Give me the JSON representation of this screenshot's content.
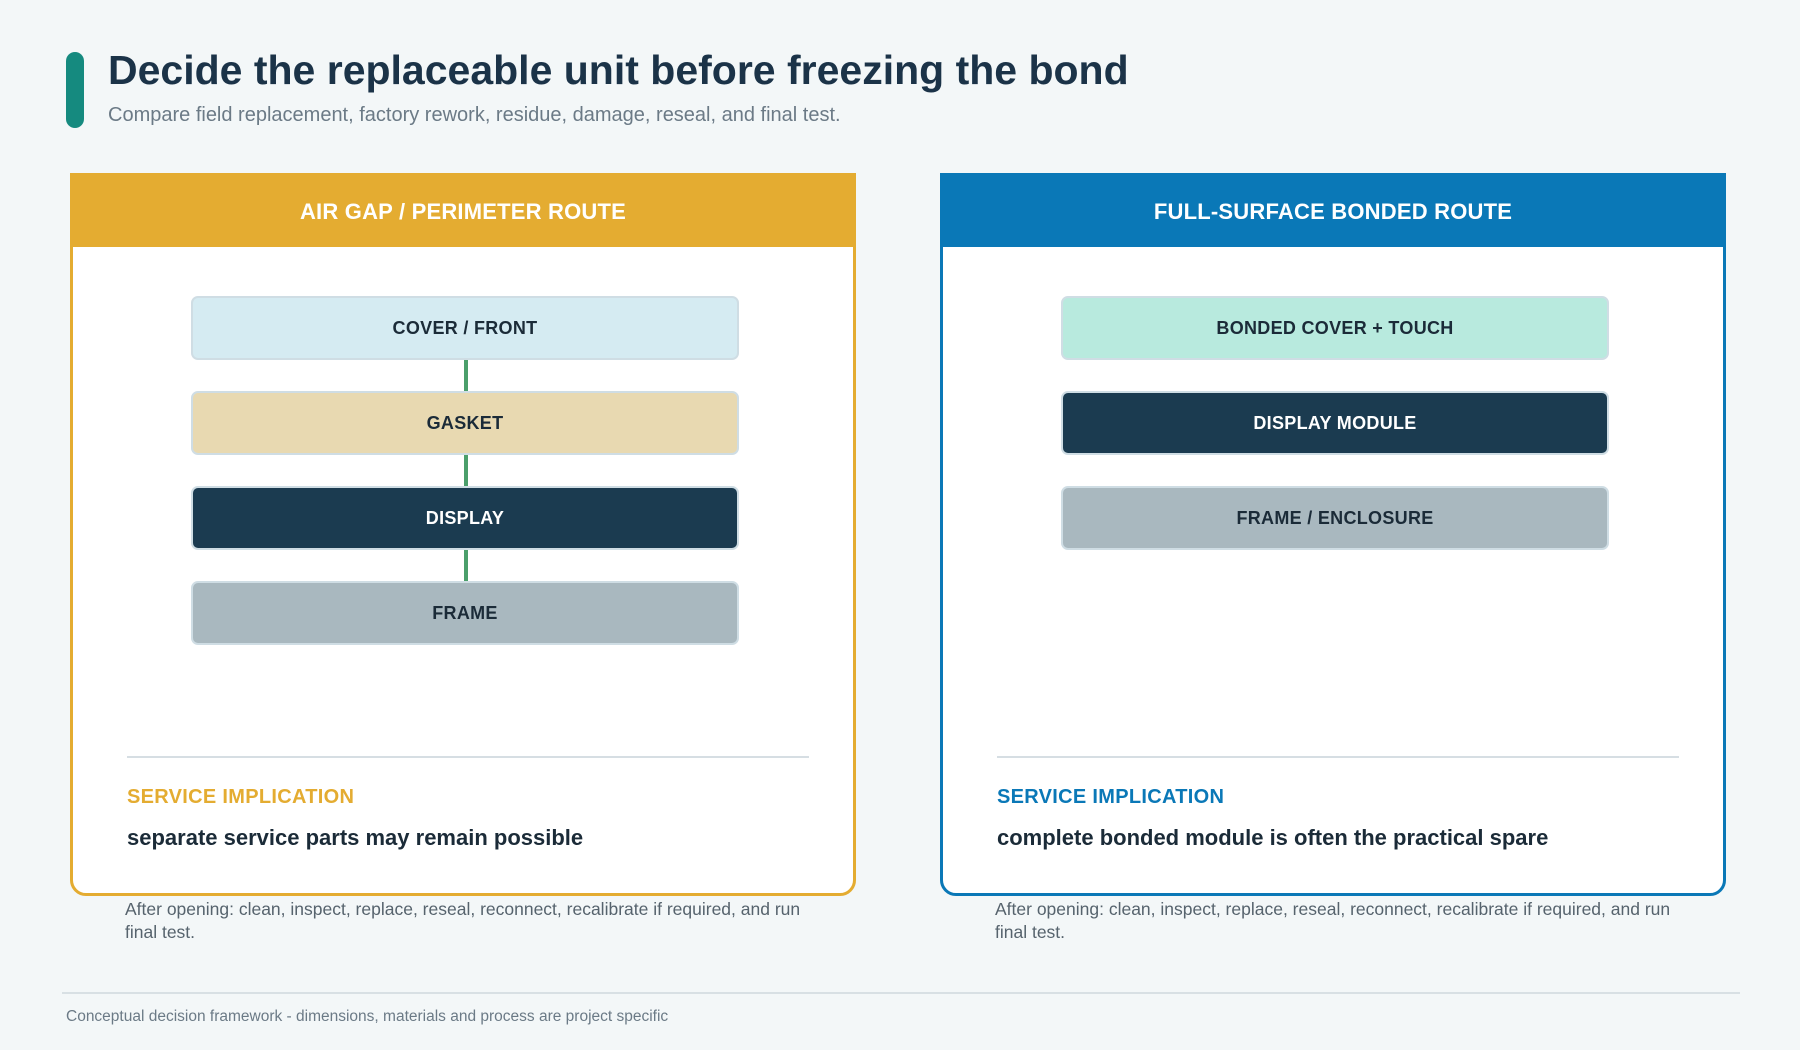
{
  "header": {
    "title": "Decide the replaceable unit before freezing the bond",
    "subtitle": "Compare field replacement, factory rework, residue, damage, reseal, and final test."
  },
  "left": {
    "heading": "AIR GAP / PERIMETER ROUTE",
    "accent_color": "#e4ac31",
    "layers": [
      {
        "label": "COVER / FRONT",
        "color": "#d5ebf2",
        "text_color": "#1b2b38"
      },
      {
        "label": "GASKET",
        "color": "#e8d9b1",
        "text_color": "#1b2b38"
      },
      {
        "label": "DISPLAY",
        "color": "#1b3b50",
        "text_color": "#ffffff"
      },
      {
        "label": "FRAME",
        "color": "#a9b8bf",
        "text_color": "#1b2b38"
      }
    ],
    "connector_color": "#4b9f6b",
    "implication_label": "SERVICE IMPLICATION",
    "implication_text": "separate service parts may remain possible",
    "note": "After opening: clean, inspect, replace, reseal, reconnect, recalibrate if required, and run final test."
  },
  "right": {
    "heading": "FULL-SURFACE BONDED ROUTE",
    "accent_color": "#0a78b7",
    "layers": [
      {
        "label": "BONDED COVER + TOUCH",
        "color": "#b8eade",
        "text_color": "#1b2b38"
      },
      {
        "label": "DISPLAY MODULE",
        "color": "#1b3b50",
        "text_color": "#ffffff"
      },
      {
        "label": "FRAME / ENCLOSURE",
        "color": "#a9b8bf",
        "text_color": "#1b2b38"
      }
    ],
    "implication_label": "SERVICE IMPLICATION",
    "implication_text": "complete bonded module is often the practical spare",
    "note": "After opening: clean, inspect, replace, reseal, reconnect, recalibrate if required, and run final test."
  },
  "footer": {
    "text": "Conceptual decision framework - dimensions, materials and process are project specific"
  }
}
